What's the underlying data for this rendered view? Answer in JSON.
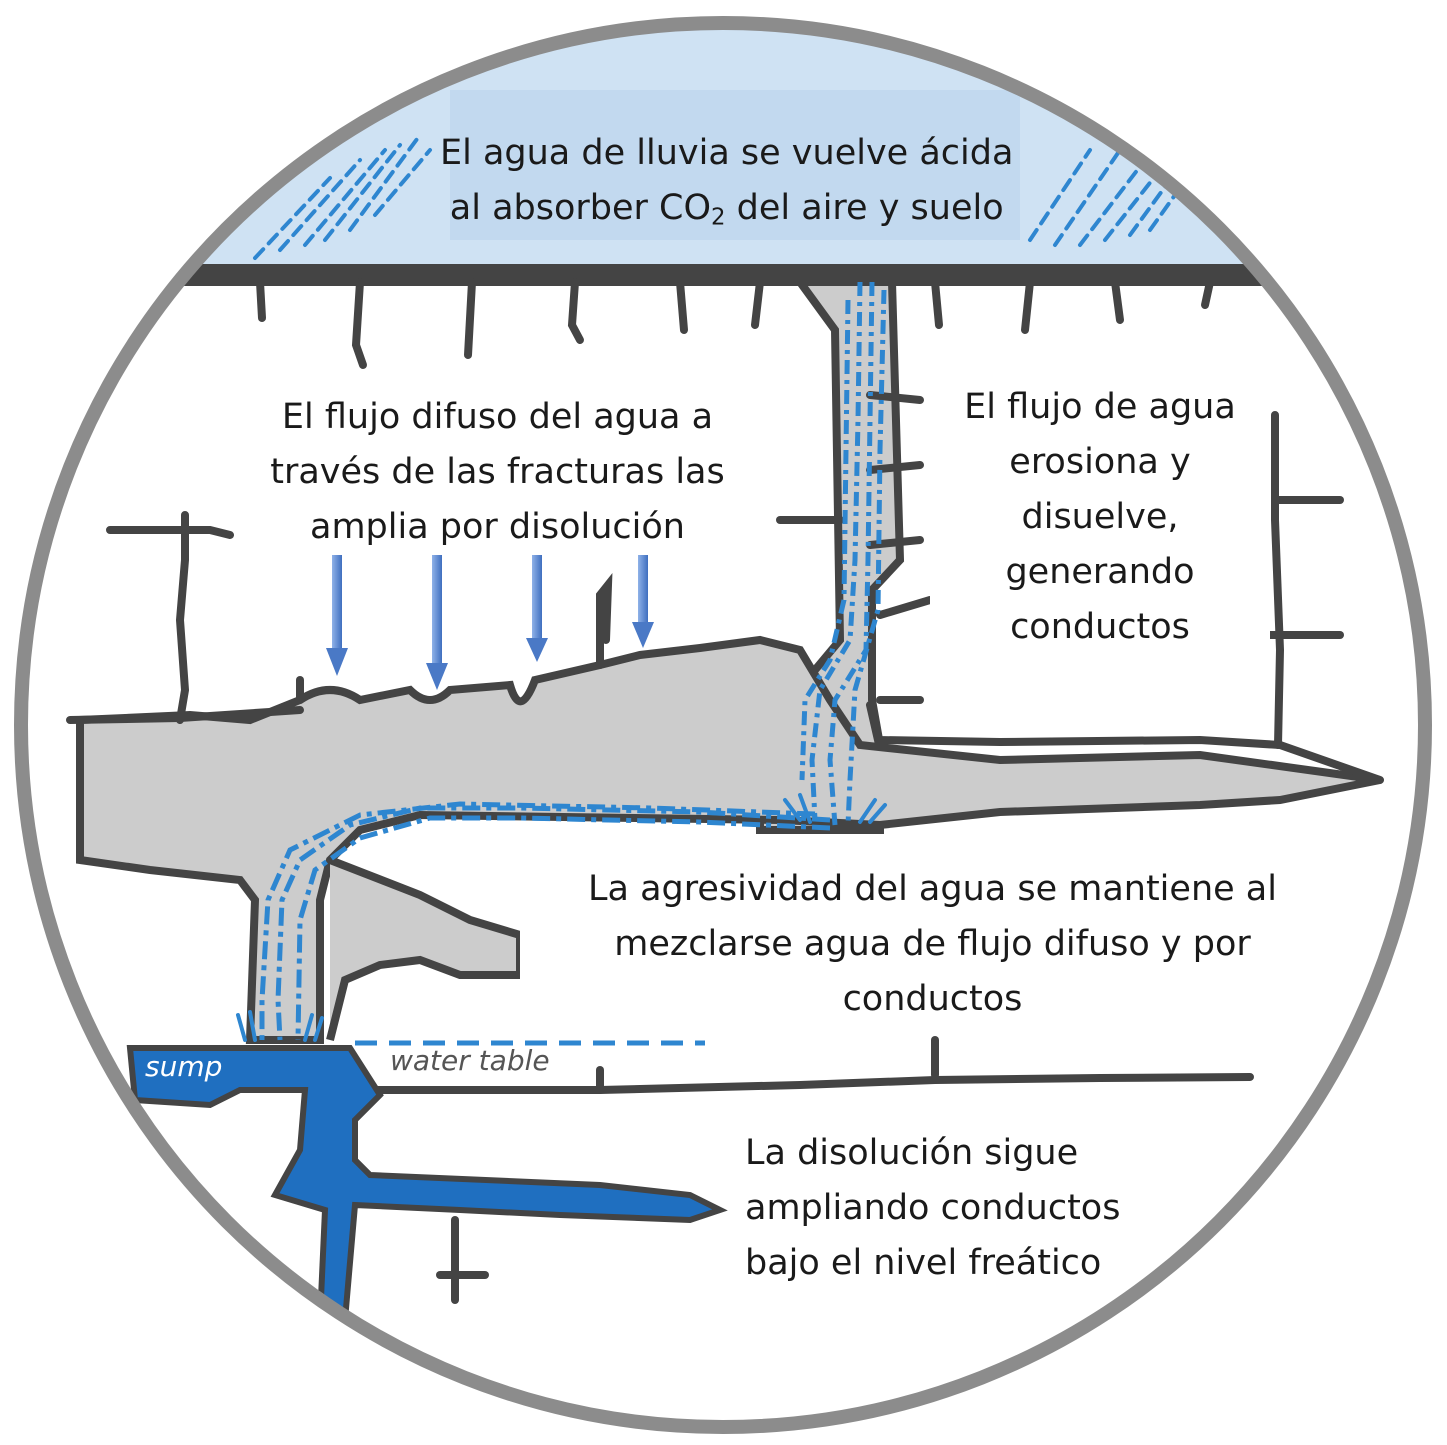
{
  "labels": {
    "rain": {
      "line1": "El agua de lluvia se vuelve ácida",
      "line2_prefix": "al absorber CO",
      "line2_sub": "2",
      "line2_suffix": " del aire y suelo"
    },
    "diffuse_flow": [
      "El flujo difuso del agua a",
      "través de las fracturas las",
      "amplia por disolución"
    ],
    "conduit_flow": [
      "El flujo de agua",
      "erosiona y",
      "disuelve,",
      "generando",
      "conductos"
    ],
    "mixing": [
      "La agresividad del agua se mantiene al",
      "mezclarse agua de flujo difuso y por",
      "conductos"
    ],
    "phreatic": [
      "La disolución sigue",
      "ampliando conductos",
      "bajo el nivel freático"
    ],
    "sump": "sump",
    "water_table": "water table"
  },
  "colors": {
    "sky": "#cfe2f3",
    "rock_fill": "#ffffff",
    "cave": "#cccccc",
    "outline": "#444444",
    "flow": "#2e86d0",
    "phreatic_water": "#1f6fc0",
    "arrow": "#5b86c9",
    "frame": "#8c8c8c"
  }
}
